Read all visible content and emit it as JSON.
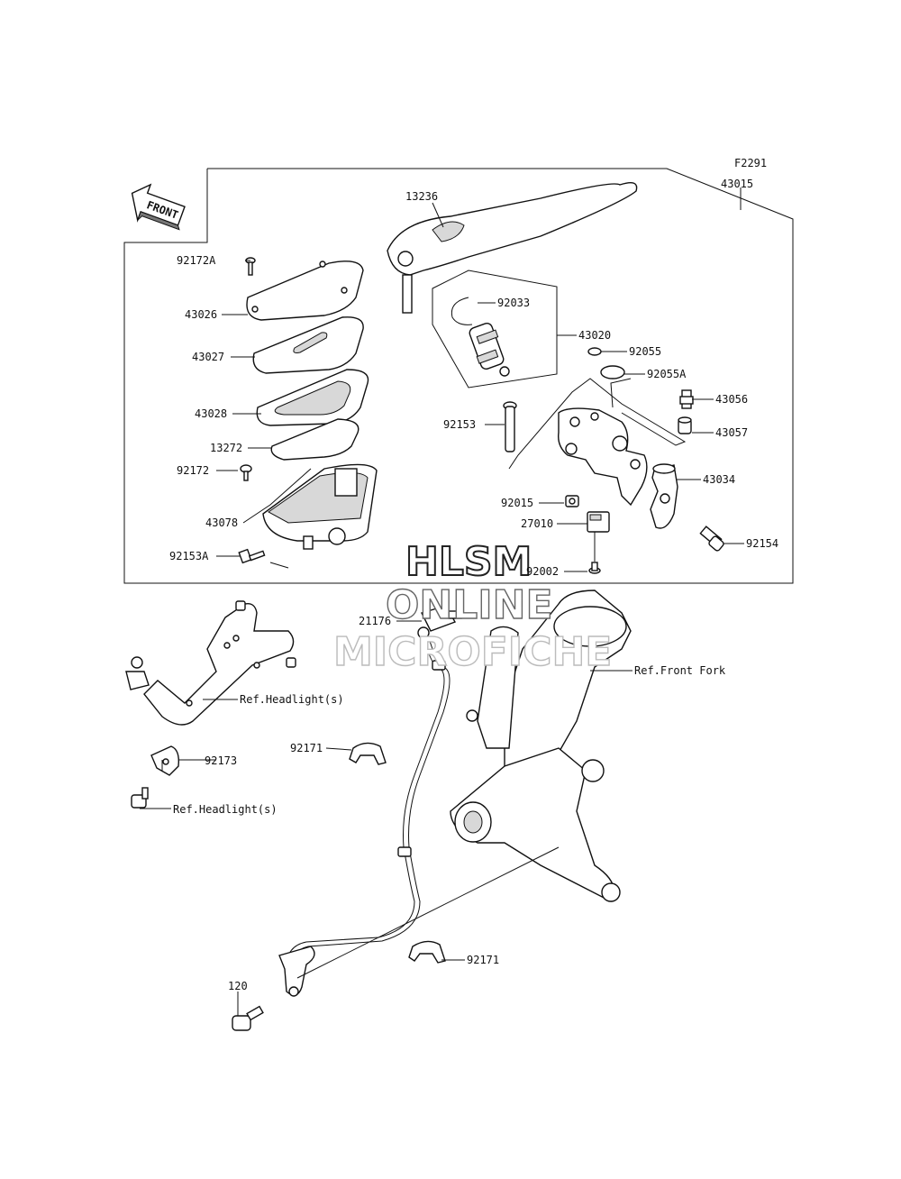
{
  "diagram": {
    "code": "F2291",
    "front_label": "FRONT",
    "labels": {
      "p43015": "43015",
      "p13236": "13236",
      "p92172A": "92172A",
      "p43026": "43026",
      "p43027": "43027",
      "p43028": "43028",
      "p13272": "13272",
      "p92172": "92172",
      "p43078": "43078",
      "p92153A": "92153A",
      "p92033": "92033",
      "p43020": "43020",
      "p92055": "92055",
      "p92055A": "92055A",
      "p43056": "43056",
      "p43057": "43057",
      "p92153": "92153",
      "p43034": "43034",
      "p92015": "92015",
      "p27010": "27010",
      "p92154": "92154",
      "p92002": "92002",
      "p21176": "21176",
      "ref_front_fork": "Ref.Front Fork",
      "ref_headlight_1": "Ref.Headlight(s)",
      "ref_headlight_2": "Ref.Headlight(s)",
      "p92173": "92173",
      "p92171_a": "92171",
      "p92171_b": "92171",
      "p120": "120"
    }
  },
  "watermark": {
    "line1": "HLSM",
    "line2": "ONLINE",
    "line3": "MICROFICHE"
  }
}
